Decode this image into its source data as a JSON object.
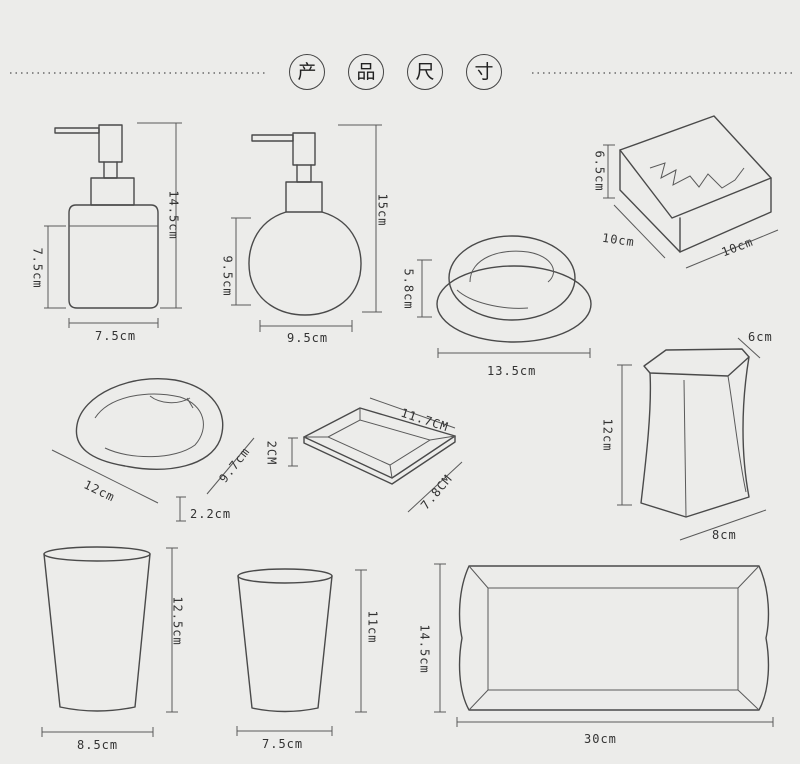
{
  "title_chars": [
    "产",
    "品",
    "尺",
    "寸"
  ],
  "labels": {
    "pump_square_height": "14.5cm",
    "pump_square_body": "7.5cm",
    "pump_square_width": "7.5cm",
    "pump_round_height": "15cm",
    "pump_round_body": "9.5cm",
    "pump_round_width": "9.5cm",
    "box_height": "6.5cm",
    "box_depth": "10cm",
    "box_width": "10cm",
    "oval_dish_height": "5.8cm",
    "oval_dish_width": "13.5cm",
    "tray_small_length": "11.7CM",
    "tray_small_height": "2CM",
    "tray_small_width": "7.8CM",
    "organic_dish_length": "12cm",
    "organic_dish_width": "9.7cm",
    "organic_dish_height": "2.2cm",
    "holder_depth": "6cm",
    "holder_height": "12cm",
    "holder_width": "8cm",
    "cup_large_height": "12.5cm",
    "cup_large_width": "8.5cm",
    "cup_small_height": "11cm",
    "cup_small_width": "7.5cm",
    "tray_large_height": "14.5cm",
    "tray_large_width": "30cm"
  }
}
